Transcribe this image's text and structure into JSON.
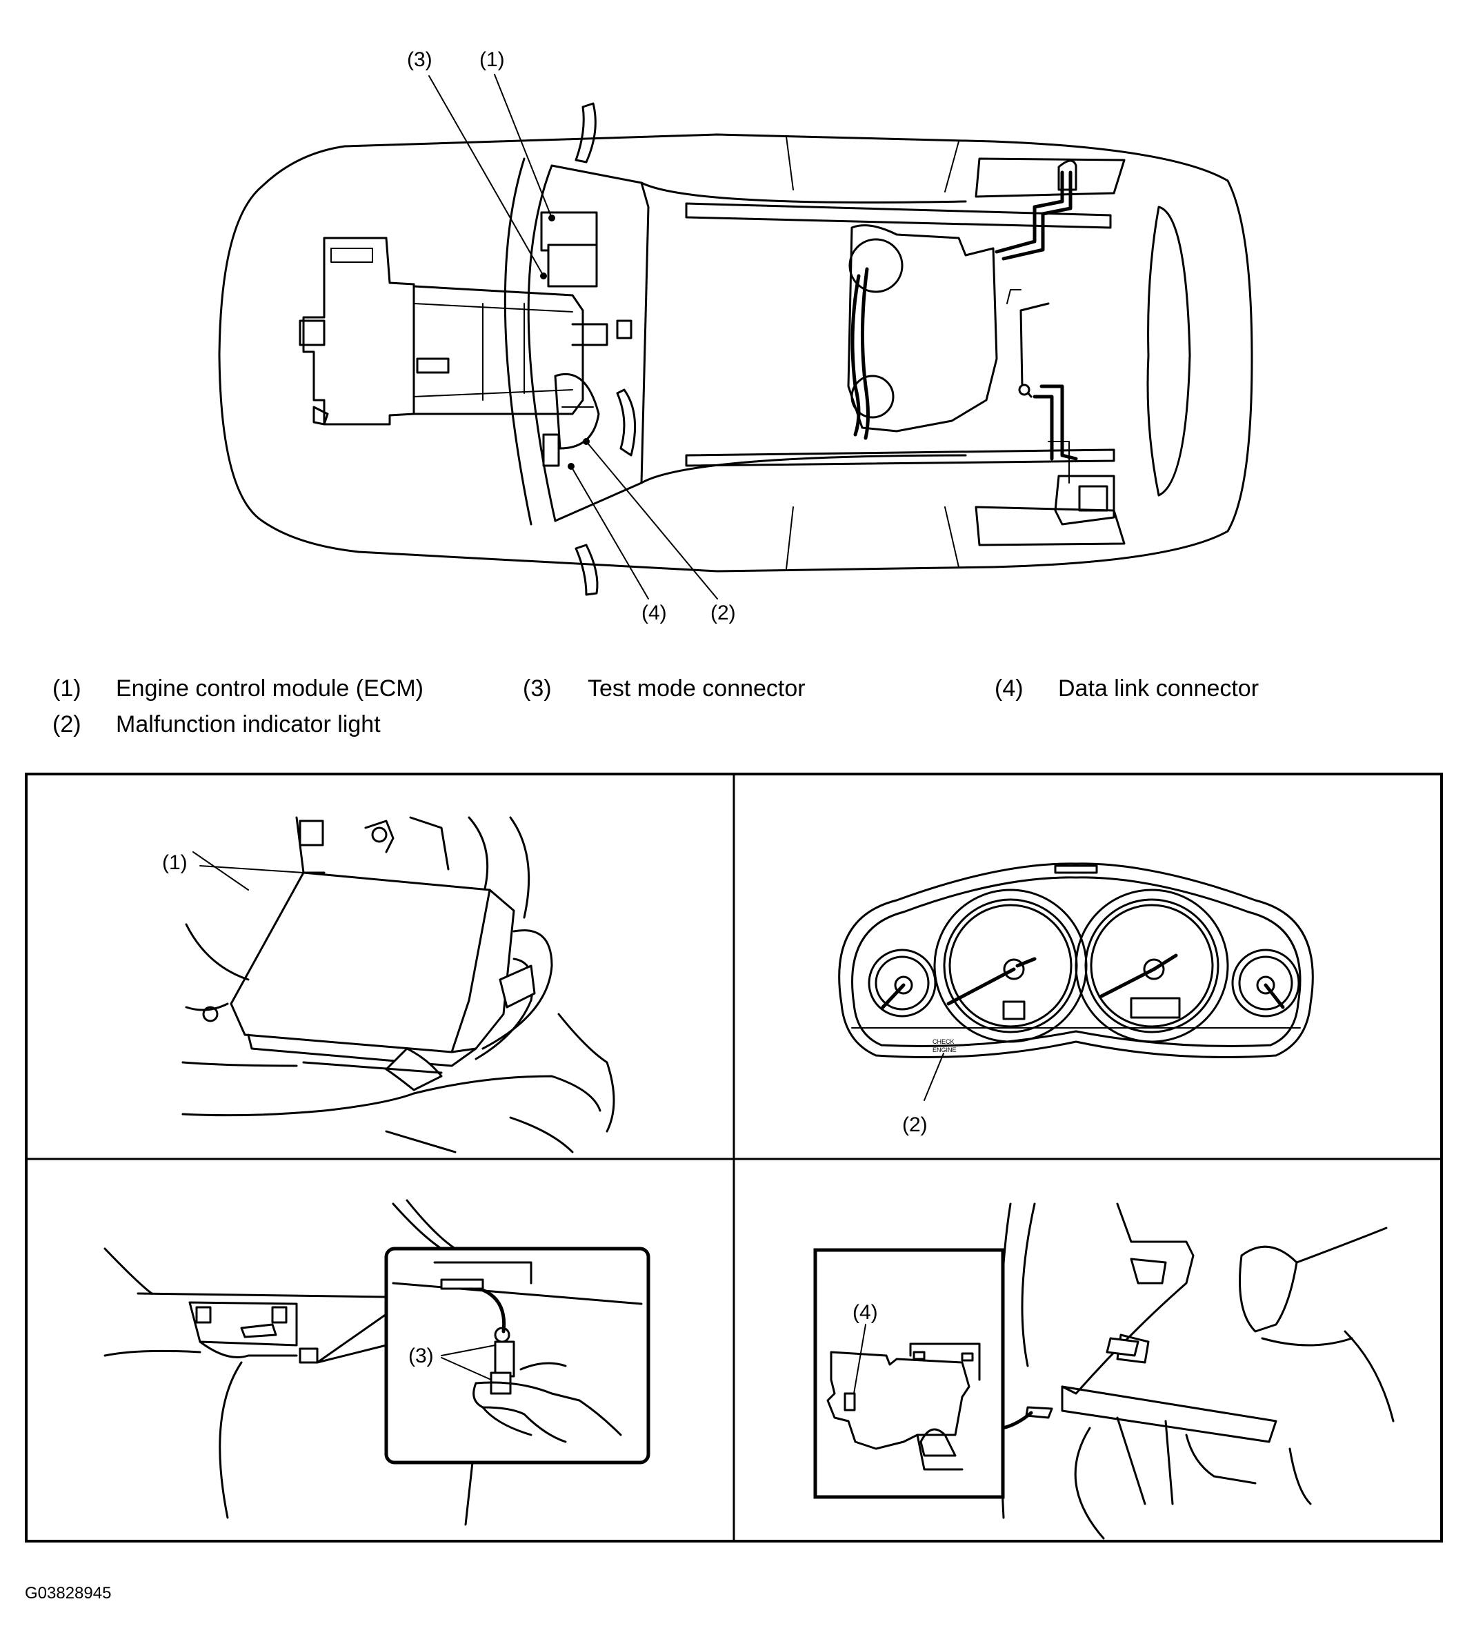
{
  "overview": {
    "callouts": [
      "(3)",
      "(1)",
      "(4)",
      "(2)"
    ]
  },
  "legend": {
    "items": [
      {
        "num": "(1)",
        "text": "Engine control module (ECM)"
      },
      {
        "num": "(3)",
        "text": "Test mode connector"
      },
      {
        "num": "(4)",
        "text": "Data link connector"
      },
      {
        "num": "(2)",
        "text": "Malfunction indicator light"
      }
    ]
  },
  "panels": {
    "ecm": {
      "callout": "(1)"
    },
    "cluster": {
      "callout": "(2)",
      "lamp_text_1": "CHECK",
      "lamp_text_2": "ENGINE"
    },
    "test_mode": {
      "callout": "(3)"
    },
    "dlc": {
      "callout": "(4)"
    }
  },
  "figure_code": "G03828945"
}
